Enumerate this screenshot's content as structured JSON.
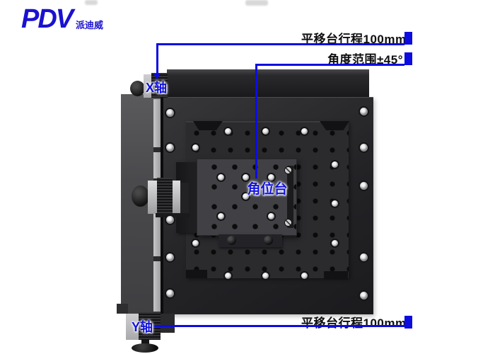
{
  "brand": {
    "name": "PDV",
    "subtitle": "派迪威"
  },
  "callouts": {
    "top_travel": "平移台行程100mm",
    "angle_range": "角度范围±45°",
    "bottom_travel": "平移台行程100mm"
  },
  "labels": {
    "x_axis": "X轴",
    "y_axis": "Y轴",
    "rotary_stage": "角位台"
  },
  "colors": {
    "annotation_blue": "#0d0ce0",
    "logo_blue": "#1a11d0",
    "callout_text": "#101010"
  }
}
